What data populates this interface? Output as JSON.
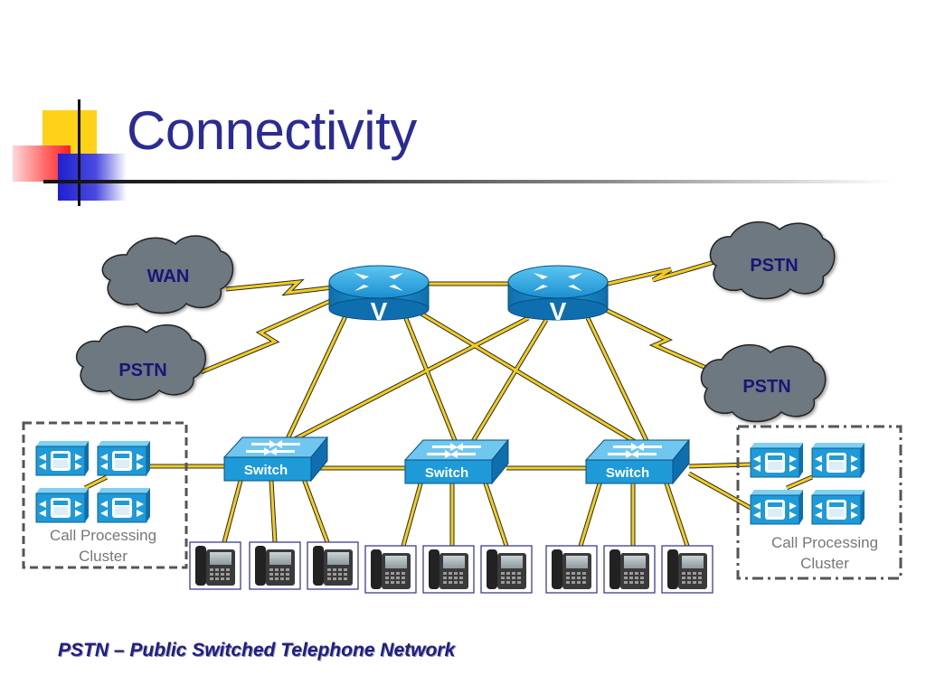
{
  "slide": {
    "title": "Connectivity",
    "footer_note": "PSTN – Public Switched Telephone Network"
  },
  "colors": {
    "title": "#2b2b96",
    "cloud_fill": "#6d7880",
    "cloud_text": "#15157a",
    "link": "#f3cd1c",
    "device_blue": "#1e9ad8",
    "cluster_border": "#555555",
    "cluster_text": "#777777"
  },
  "diagram": {
    "clouds": [
      {
        "label": "WAN"
      },
      {
        "label": "PSTN"
      },
      {
        "label": "PSTN"
      },
      {
        "label": "PSTN"
      }
    ],
    "routers": [
      {
        "label": "V",
        "icon": "voice-router-icon"
      },
      {
        "label": "V",
        "icon": "voice-router-icon"
      }
    ],
    "switches": [
      {
        "label": "Switch",
        "icon": "switch-icon"
      },
      {
        "label": "Switch",
        "icon": "switch-icon"
      },
      {
        "label": "Switch",
        "icon": "switch-icon"
      }
    ],
    "clusters": [
      {
        "label_line1": "Call Processing",
        "label_line2": "Cluster",
        "servers": 4
      },
      {
        "label_line1": "Call Processing",
        "label_line2": "Cluster",
        "servers": 4
      }
    ],
    "ip_phones_per_switch": 3,
    "phone_icon": "ip-phone-icon",
    "server_icon": "call-server-icon",
    "cloud_icon": "cloud-icon"
  }
}
